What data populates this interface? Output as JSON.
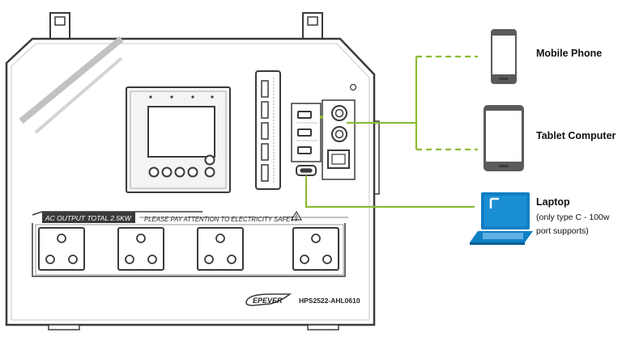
{
  "device": {
    "brand": "EPEVER",
    "model": "HPS2522-AHL0610",
    "ac_output_label": "AC OUTPUT TOTAL 2.5KW",
    "warning_label": "PLEASE PAY ATTENTION TO ELECTRICITY SAFETY",
    "socket_count": 4
  },
  "devices": {
    "mobile_phone": "Mobile Phone",
    "tablet": "Tablet Computer",
    "laptop": {
      "title": "Laptop",
      "note_line1": "(only type C - 100w",
      "note_line2": "port supports)"
    }
  },
  "colors": {
    "connector_line": "#8cbc34",
    "laptop_screen": "#0f7fc4",
    "outline": "#3a3a3a",
    "panel_fill": "#f4f4f4"
  },
  "icons": [
    "phone-icon",
    "tablet-icon",
    "laptop-icon",
    "warning-triangle-icon"
  ]
}
